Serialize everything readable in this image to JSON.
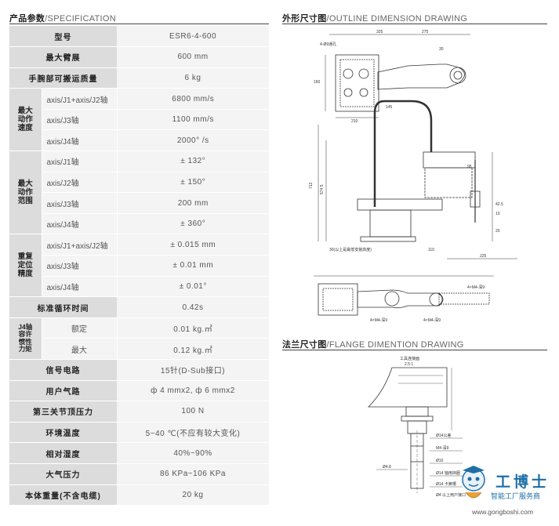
{
  "spec_heading": {
    "zh": "产品参数",
    "en": "/SPECIFICATION"
  },
  "outline_heading": {
    "zh": "外形尺寸图",
    "en": "/OUTLINE DIMENSION DRAWING"
  },
  "flange_heading": {
    "zh": "法兰尺寸图",
    "en": "/FLANGE DIMENTION DRAWING"
  },
  "spec": {
    "model": {
      "label": "型号",
      "value": "ESR6-4-600"
    },
    "max_reach": {
      "label": "最大臂展",
      "value": "600 mm"
    },
    "payload": {
      "label": "手腕部可搬运质量",
      "value": "6 kg"
    },
    "speed": {
      "group": [
        "最大",
        "动作",
        "速度"
      ],
      "rows": [
        {
          "axis": "axis/J1+axis/J2轴",
          "value": "6800 mm/s"
        },
        {
          "axis": "axis/J3轴",
          "value": "1100 mm/s"
        },
        {
          "axis": "axis/J4轴",
          "value": "2000° /s"
        }
      ]
    },
    "range": {
      "group": [
        "最大",
        "动作",
        "范围"
      ],
      "rows": [
        {
          "axis": "axis/J1轴",
          "value": "± 132°"
        },
        {
          "axis": "axis/J2轴",
          "value": "± 150°"
        },
        {
          "axis": "axis/J3轴",
          "value": "200 mm"
        },
        {
          "axis": "axis/J4轴",
          "value": "± 360°"
        }
      ]
    },
    "repeatability": {
      "group": [
        "重复",
        "定位",
        "精度"
      ],
      "rows": [
        {
          "axis": "axis/J1+axis/J2轴",
          "value": "± 0.015 mm"
        },
        {
          "axis": "axis/J3轴",
          "value": "± 0.01 mm"
        },
        {
          "axis": "axis/J4轴",
          "value": "± 0.01°"
        }
      ]
    },
    "cycle_time": {
      "label": "标准循环时间",
      "value": "0.42s"
    },
    "inertia": {
      "group": [
        "J4轴",
        "容许",
        "惯性",
        "力矩"
      ],
      "rows": [
        {
          "axis": "额定",
          "value": "0.01 kg.㎡"
        },
        {
          "axis": "最大",
          "value": "0.12 kg.㎡"
        }
      ]
    },
    "signal": {
      "label": "信号电路",
      "value": "15针(D-Sub接口)"
    },
    "air": {
      "label": "用户气路",
      "value": "ф 4 mmx2, ф 6 mmx2"
    },
    "j3_force": {
      "label": "第三关节顶压力",
      "value": "100 N"
    },
    "temperature": {
      "label": "环境温度",
      "value": "5~40 ℃(不应有较大变化)"
    },
    "humidity": {
      "label": "相对湿度",
      "value": "40%~90%"
    },
    "pressure": {
      "label": "大气压力",
      "value": "86 KPa~106 KPa"
    },
    "weight": {
      "label": "本体重量(不含电缆)",
      "value": "20 kg"
    }
  },
  "outline_dims": {
    "top_view": [
      "4-Ø9通孔",
      "275",
      "325",
      "30",
      "145",
      "210",
      "160"
    ],
    "side_view": [
      "712",
      "574.5",
      "95",
      "225",
      "110",
      "10",
      "42.5",
      "20",
      "30(以上是最低安装高度)"
    ],
    "bottom_view": [
      "4×M4-深9",
      "4×M4-深9",
      "4×M4-深9"
    ]
  },
  "flange_dims": [
    "工具连接面",
    "2.5:1",
    "Ø14公差",
    "Ø4.8",
    "M4-深9",
    "Ø16",
    "Ø14 轴用挡圈",
    "Ø14 卡簧槽",
    "Ø4 以上用户接口"
  ],
  "logo": {
    "brand": "工博士",
    "subtitle": "智能工厂服务商",
    "url": "www.gongboshi.com"
  },
  "colors": {
    "label_bg": "#dcdcdc",
    "value_bg": "#f4f4f4",
    "logo_blue": "#1d6fa8"
  }
}
